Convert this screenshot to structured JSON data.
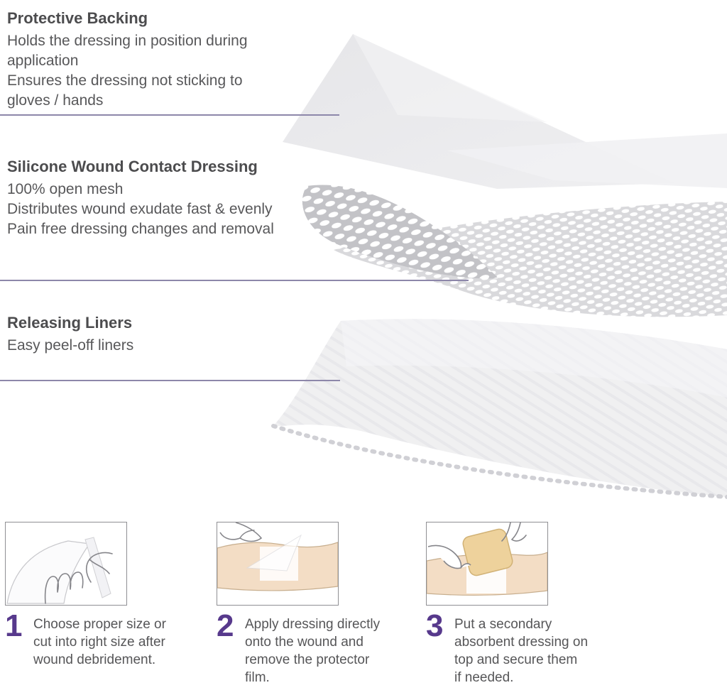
{
  "colors": {
    "divider": "#8d87aa",
    "step_number": "#57398c",
    "title_text": "#4c4c4e",
    "body_text": "#58585a",
    "skin_tone": "#f3ddc5",
    "foam_pad": "#eed29c"
  },
  "images": {
    "film": "protective-backing-film-image",
    "mesh": "silicone-mesh-image",
    "liner": "releasing-liner-image",
    "step1": "peel-backing-illustration",
    "step2": "apply-dressing-illustration",
    "step3": "secondary-dressing-illustration"
  },
  "sections": [
    {
      "title": "Protective Backing",
      "lines": [
        "Holds the dressing in position during",
        "application",
        "Ensures the dressing not sticking to",
        "gloves / hands"
      ]
    },
    {
      "title": "Silicone Wound Contact Dressing",
      "lines": [
        "100% open mesh",
        "Distributes wound exudate fast & evenly",
        "Pain free dressing changes and removal"
      ]
    },
    {
      "title": "Releasing Liners",
      "lines": [
        "Easy peel-off liners"
      ]
    }
  ],
  "steps": [
    {
      "number": "1",
      "lines": [
        "Choose proper size or",
        "cut into right size after",
        "wound debridement."
      ]
    },
    {
      "number": "2",
      "lines": [
        "Apply dressing directly",
        "onto the wound and",
        "remove the protector",
        "film."
      ]
    },
    {
      "number": "3",
      "lines": [
        "Put a secondary",
        "absorbent dressing on",
        "top and secure them",
        "if needed."
      ]
    }
  ]
}
